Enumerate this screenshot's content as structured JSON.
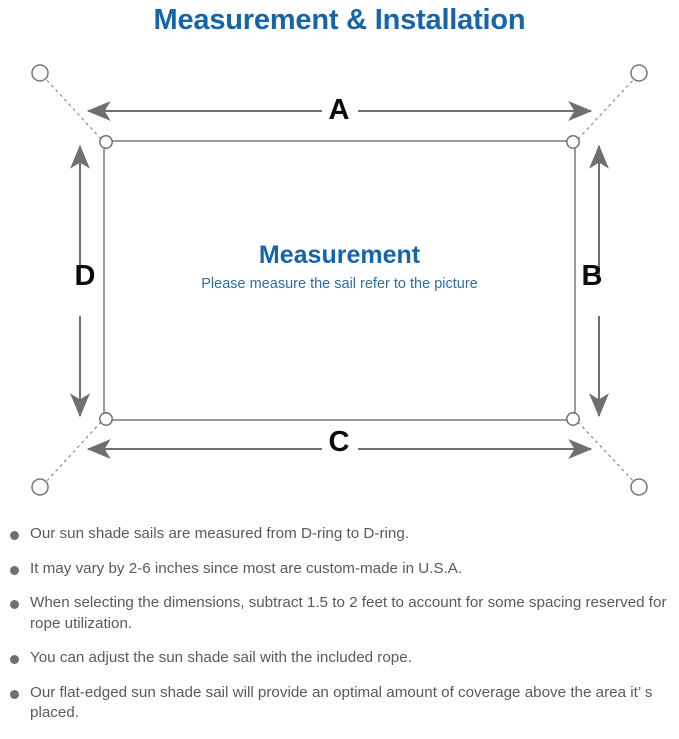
{
  "page": {
    "title": "Measurement & Installation",
    "background_color": "#ffffff"
  },
  "colors": {
    "title_blue": "#1565A8",
    "subtitle_blue": "#2D6EA3",
    "line_gray": "#6F6F6F",
    "sail_outline": "#7A7A7A",
    "letter_black": "#0B0B0B",
    "note_text": "#5A5A5A",
    "bullet": "#6F6F6F"
  },
  "diagram": {
    "center_title": "Measurement",
    "center_subtitle": "Please measure the sail refer to the picture",
    "dimension_labels": [
      {
        "id": "A",
        "label": "A",
        "edge": "top",
        "orientation": "horizontal"
      },
      {
        "id": "B",
        "label": "B",
        "edge": "right",
        "orientation": "vertical"
      },
      {
        "id": "C",
        "label": "C",
        "edge": "bottom",
        "orientation": "horizontal"
      },
      {
        "id": "D",
        "label": "D",
        "edge": "left",
        "orientation": "vertical"
      }
    ],
    "d_rings": [
      {
        "position": "top-left"
      },
      {
        "position": "top-right"
      },
      {
        "position": "bottom-left"
      },
      {
        "position": "bottom-right"
      }
    ],
    "anchor_points": [
      {
        "position": "top-left"
      },
      {
        "position": "top-right"
      },
      {
        "position": "bottom-left"
      },
      {
        "position": "bottom-right"
      }
    ],
    "ropes": [
      {
        "from": "d-ring-top-left",
        "to": "anchor-top-left",
        "style": "dashed"
      },
      {
        "from": "d-ring-top-right",
        "to": "anchor-top-right",
        "style": "dashed"
      },
      {
        "from": "d-ring-bottom-left",
        "to": "anchor-bottom-left",
        "style": "dashed"
      },
      {
        "from": "d-ring-bottom-right",
        "to": "anchor-bottom-right",
        "style": "dashed"
      }
    ]
  },
  "notes": [
    {
      "text": "Our sun shade sails are measured from D-ring to D-ring."
    },
    {
      "text": "It may vary by 2-6 inches since most are custom-made in U.S.A."
    },
    {
      "text": "When selecting the dimensions, subtract 1.5 to 2 feet to account for some spacing reserved for rope utilization."
    },
    {
      "text": "You can adjust the sun shade sail with the included rope."
    },
    {
      "text": "Our flat-edged sun shade sail will provide an optimal amount of coverage above the area it’ s placed."
    }
  ]
}
